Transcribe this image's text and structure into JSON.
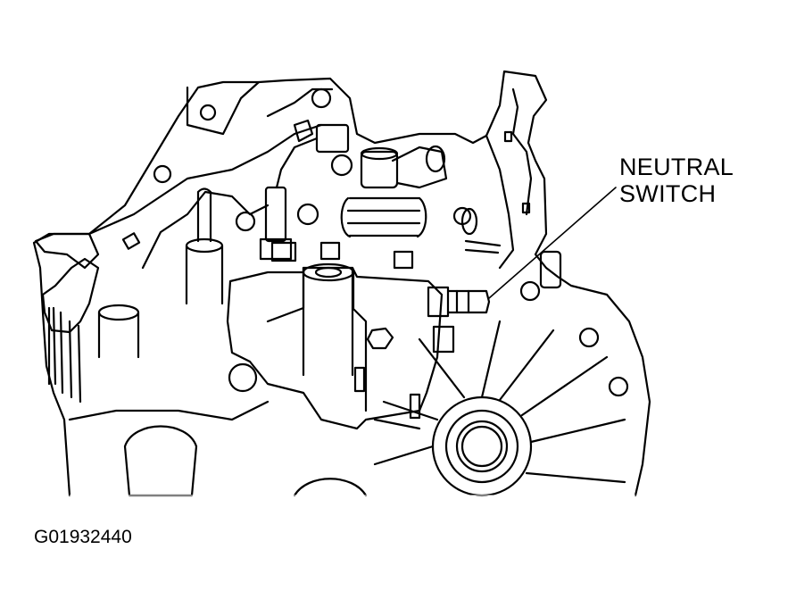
{
  "figure": {
    "callout": {
      "line1": "NEUTRAL",
      "line2": "SWITCH"
    },
    "figure_id": "G01932440"
  },
  "colors": {
    "ink": "#000000",
    "background": "#ffffff"
  }
}
